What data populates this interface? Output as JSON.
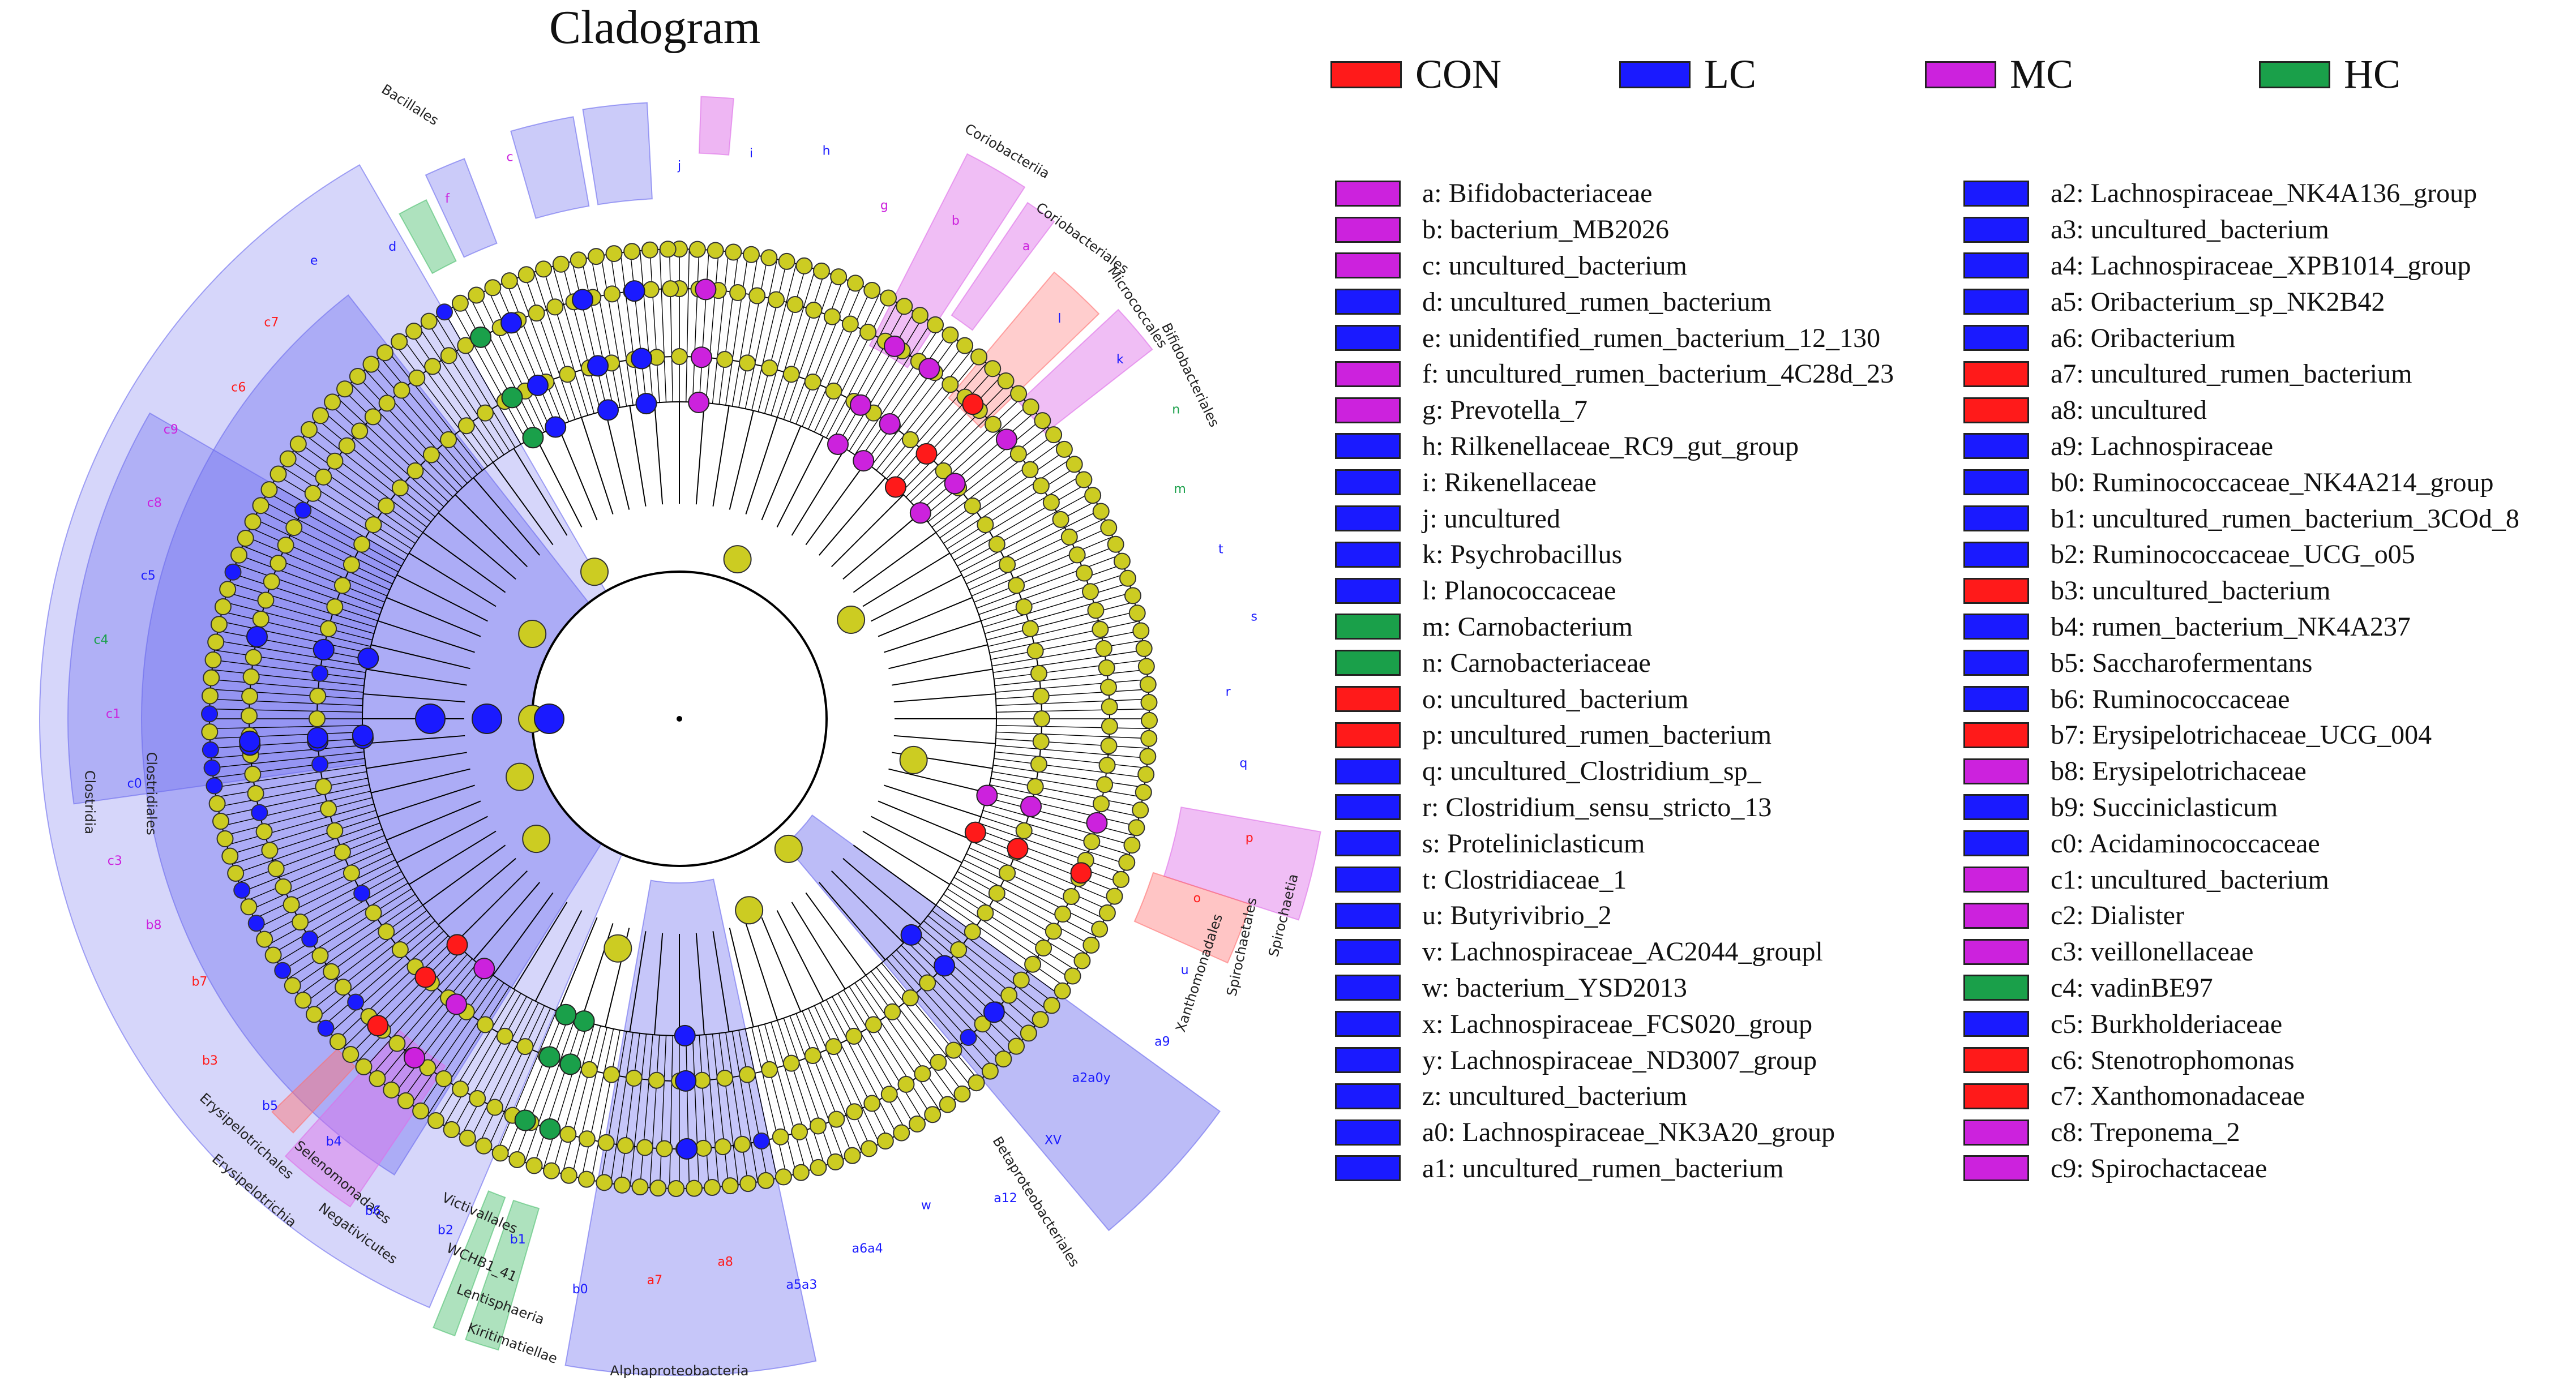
{
  "title": "Cladogram",
  "colors": {
    "CON": "#ff1a1a",
    "LC": "#1a1aff",
    "MC": "#cc22dd",
    "HC": "#1aa04a",
    "node": "#cccc22"
  },
  "groups": [
    {
      "label": "CON",
      "color": "#ff1a1a"
    },
    {
      "label": "LC",
      "color": "#1a1aff"
    },
    {
      "label": "MC",
      "color": "#cc22dd"
    },
    {
      "label": "HC",
      "color": "#1aa04a"
    }
  ],
  "taxa_left": [
    {
      "label": "a: Bifidobacteriaceae",
      "group": "MC"
    },
    {
      "label": "b: bacterium_MB2026",
      "group": "MC"
    },
    {
      "label": "c: uncultured_bacterium",
      "group": "MC"
    },
    {
      "label": "d: uncultured_rumen_bacterium",
      "group": "LC"
    },
    {
      "label": "e: unidentified_rumen_bacterium_12_130",
      "group": "LC"
    },
    {
      "label": "f: uncultured_rumen_bacterium_4C28d_23",
      "group": "MC"
    },
    {
      "label": "g: Prevotella_7",
      "group": "MC"
    },
    {
      "label": "h: Rilkenellaceae_RC9_gut_group",
      "group": "LC"
    },
    {
      "label": "i: Rikenellaceae",
      "group": "LC"
    },
    {
      "label": "j: uncultured",
      "group": "LC"
    },
    {
      "label": "k: Psychrobacillus",
      "group": "LC"
    },
    {
      "label": "l: Planococcaceae",
      "group": "LC"
    },
    {
      "label": "m: Carnobacterium",
      "group": "HC"
    },
    {
      "label": "n: Carnobacteriaceae",
      "group": "HC"
    },
    {
      "label": "o: uncultured_bacterium",
      "group": "CON"
    },
    {
      "label": "p: uncultured_rumen_bacterium",
      "group": "CON"
    },
    {
      "label": "q: uncultured_Clostridium_sp_",
      "group": "LC"
    },
    {
      "label": "r: Clostridium_sensu_stricto_13",
      "group": "LC"
    },
    {
      "label": "s: Proteliniclasticum",
      "group": "LC"
    },
    {
      "label": "t: Clostridiaceae_1",
      "group": "LC"
    },
    {
      "label": "u: Butyrivibrio_2",
      "group": "LC"
    },
    {
      "label": "v: Lachnospiraceae_AC2044_groupl",
      "group": "LC"
    },
    {
      "label": "w: bacterium_YSD2013",
      "group": "LC"
    },
    {
      "label": "x: Lachnospiraceae_FCS020_group",
      "group": "LC"
    },
    {
      "label": "y: Lachnospiraceae_ND3007_group",
      "group": "LC"
    },
    {
      "label": "z: uncultured_bacterium",
      "group": "LC"
    },
    {
      "label": "a0: Lachnospiraceae_NK3A20_group",
      "group": "LC"
    },
    {
      "label": "a1: uncultured_rumen_bacterium",
      "group": "LC"
    }
  ],
  "taxa_right": [
    {
      "label": "a2: Lachnospiraceae_NK4A136_group",
      "group": "LC"
    },
    {
      "label": "a3: uncultured_bacterium",
      "group": "LC"
    },
    {
      "label": "a4: Lachnospiraceae_XPB1014_group",
      "group": "LC"
    },
    {
      "label": "a5: Oribacterium_sp_NK2B42",
      "group": "LC"
    },
    {
      "label": "a6: Oribacterium",
      "group": "LC"
    },
    {
      "label": "a7: uncultured_rumen_bacterium",
      "group": "CON"
    },
    {
      "label": "a8: uncultured",
      "group": "CON"
    },
    {
      "label": "a9: Lachnospiraceae",
      "group": "LC"
    },
    {
      "label": "b0: Ruminococcaceae_NK4A214_group",
      "group": "LC"
    },
    {
      "label": "b1: uncultured_rumen_bacterium_3COd_8",
      "group": "LC"
    },
    {
      "label": "b2: Ruminococcaceae_UCG_o05",
      "group": "LC"
    },
    {
      "label": "b3: uncultured_bacterium",
      "group": "CON"
    },
    {
      "label": "b4: rumen_bacterium_NK4A237",
      "group": "LC"
    },
    {
      "label": "b5: Saccharofermentans",
      "group": "LC"
    },
    {
      "label": "b6: Ruminococcaceae",
      "group": "LC"
    },
    {
      "label": "b7: Erysipelotrichaceae_UCG_004",
      "group": "CON"
    },
    {
      "label": "b8: Erysipelotrichaceae",
      "group": "MC"
    },
    {
      "label": "b9: Succiniclasticum",
      "group": "LC"
    },
    {
      "label": "c0: Acidaminococcaceae",
      "group": "LC"
    },
    {
      "label": "c1: uncultured_bacterium",
      "group": "MC"
    },
    {
      "label": "c2: Dialister",
      "group": "MC"
    },
    {
      "label": "c3: veillonellaceae",
      "group": "MC"
    },
    {
      "label": "c4: vadinBE97",
      "group": "HC"
    },
    {
      "label": "c5: Burkholderiaceae",
      "group": "LC"
    },
    {
      "label": "c6: Stenotrophomonas",
      "group": "CON"
    },
    {
      "label": "c7: Xanthomonadaceae",
      "group": "CON"
    },
    {
      "label": "c8: Treponema_2",
      "group": "MC"
    },
    {
      "label": "c9: Spirochactaceae",
      "group": "MC"
    }
  ],
  "clade_labels": [
    {
      "text": "Clostridia",
      "group": "LC"
    },
    {
      "text": "Clostridiales",
      "group": "LC"
    },
    {
      "text": "Bacillales",
      "group": "LC"
    },
    {
      "text": "Coriobacteriia",
      "group": "MC"
    },
    {
      "text": "Coriobacteriales",
      "group": "MC"
    },
    {
      "text": "Micrococcales",
      "group": "CON"
    },
    {
      "text": "Bifidobacteriales",
      "group": "MC"
    },
    {
      "text": "Spirochaetia",
      "group": "MC"
    },
    {
      "text": "Spirochaetales",
      "group": "MC"
    },
    {
      "text": "Xanthomonadales",
      "group": "CON"
    },
    {
      "text": "Betaproteobacteriales",
      "group": "LC"
    },
    {
      "text": "Alphaproteobacteria",
      "group": "LC"
    },
    {
      "text": "Kiritimatiellae",
      "group": "HC"
    },
    {
      "text": "Lentisphaeria",
      "group": "HC"
    },
    {
      "text": "WCHB1_41",
      "group": "HC"
    },
    {
      "text": "Victivallales",
      "group": "HC"
    },
    {
      "text": "Negativicutes",
      "group": "LC"
    },
    {
      "text": "Selenomonadales",
      "group": "LC"
    },
    {
      "text": "Erysipelotrichia",
      "group": "MC"
    },
    {
      "text": "Erysipelotrichales",
      "group": "MC"
    }
  ],
  "sector_letters": [
    {
      "text": "j",
      "group": "LC"
    },
    {
      "text": "i",
      "group": "LC"
    },
    {
      "text": "h",
      "group": "LC"
    },
    {
      "text": "g",
      "group": "MC"
    },
    {
      "text": "b",
      "group": "MC"
    },
    {
      "text": "a",
      "group": "MC"
    },
    {
      "text": "l",
      "group": "LC"
    },
    {
      "text": "k",
      "group": "LC"
    },
    {
      "text": "n",
      "group": "HC"
    },
    {
      "text": "m",
      "group": "HC"
    },
    {
      "text": "t",
      "group": "LC"
    },
    {
      "text": "s",
      "group": "LC"
    },
    {
      "text": "r",
      "group": "LC"
    },
    {
      "text": "q",
      "group": "LC"
    },
    {
      "text": "p",
      "group": "CON"
    },
    {
      "text": "o",
      "group": "CON"
    },
    {
      "text": "u",
      "group": "LC"
    },
    {
      "text": "a9",
      "group": "LC"
    },
    {
      "text": "a2a0y",
      "group": "LC"
    },
    {
      "text": "XV",
      "group": "LC"
    },
    {
      "text": "a12",
      "group": "LC"
    },
    {
      "text": "w",
      "group": "LC"
    },
    {
      "text": "a6a4",
      "group": "LC"
    },
    {
      "text": "a5a3",
      "group": "LC"
    },
    {
      "text": "a8",
      "group": "CON"
    },
    {
      "text": "a7",
      "group": "CON"
    },
    {
      "text": "b0",
      "group": "LC"
    },
    {
      "text": "b1",
      "group": "LC"
    },
    {
      "text": "b2",
      "group": "LC"
    },
    {
      "text": "b6",
      "group": "LC"
    },
    {
      "text": "b4",
      "group": "LC"
    },
    {
      "text": "b5",
      "group": "LC"
    },
    {
      "text": "b3",
      "group": "CON"
    },
    {
      "text": "b7",
      "group": "CON"
    },
    {
      "text": "b8",
      "group": "MC"
    },
    {
      "text": "c3",
      "group": "MC"
    },
    {
      "text": "c0",
      "group": "LC"
    },
    {
      "text": "c1",
      "group": "MC"
    },
    {
      "text": "c4",
      "group": "HC"
    },
    {
      "text": "c5",
      "group": "LC"
    },
    {
      "text": "c8",
      "group": "MC"
    },
    {
      "text": "c9",
      "group": "MC"
    },
    {
      "text": "c6",
      "group": "CON"
    },
    {
      "text": "c7",
      "group": "CON"
    },
    {
      "text": "e",
      "group": "LC"
    },
    {
      "text": "d",
      "group": "LC"
    },
    {
      "text": "f",
      "group": "MC"
    },
    {
      "text": "c",
      "group": "MC"
    }
  ]
}
